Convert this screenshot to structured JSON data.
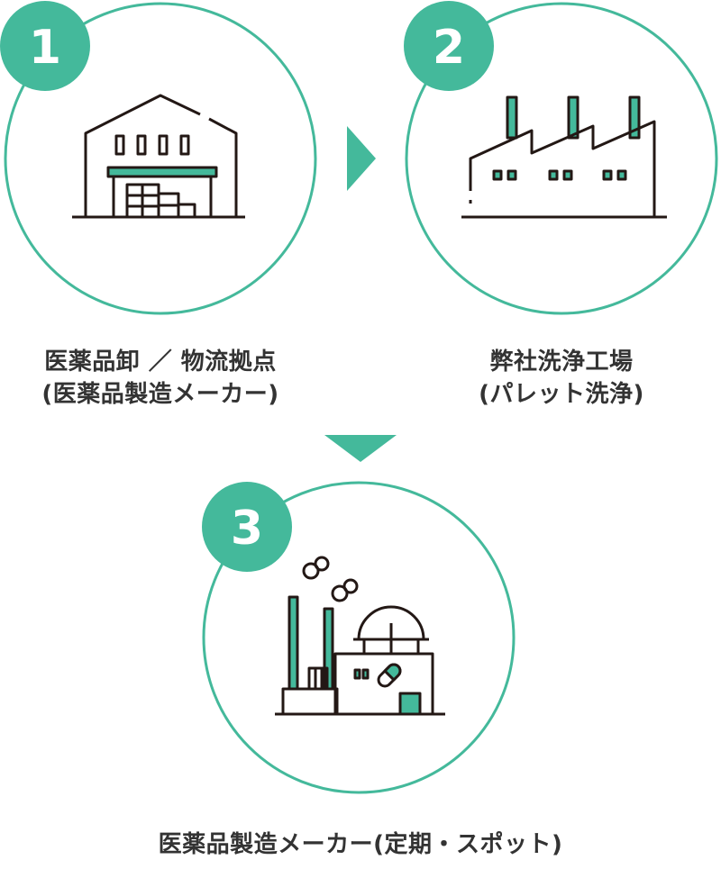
{
  "accent_color": "#44b99b",
  "ink_color": "#231815",
  "steps": [
    {
      "number": "1",
      "icon": "warehouse-icon",
      "label_line1": "医薬品卸 ／ 物流拠点",
      "label_line2": "(医薬品製造メーカー)"
    },
    {
      "number": "2",
      "icon": "factory-icon",
      "label_line1": "弊社洗浄工場",
      "label_line2": "(パレット洗浄)"
    },
    {
      "number": "3",
      "icon": "pharma-plant-icon",
      "label_line1": "医薬品製造メーカー(定期・スポット)"
    }
  ],
  "arrows": [
    {
      "icon": "arrow-right-icon",
      "from": "1",
      "to": "2"
    },
    {
      "icon": "arrow-down-icon",
      "from": "2",
      "to": "3"
    }
  ]
}
